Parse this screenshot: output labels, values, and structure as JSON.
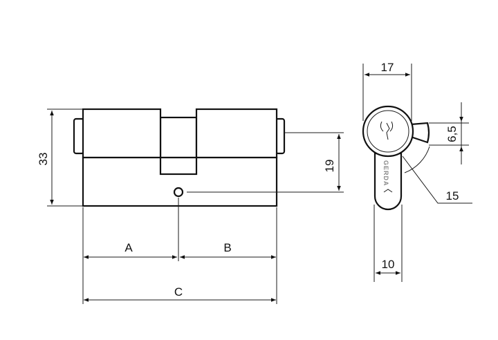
{
  "title": "Lock cylinder dimension drawing",
  "side_view": {
    "dimensions": {
      "height": "33",
      "cam_offset": "19",
      "left_length": "A",
      "right_length": "B",
      "total_length": "C"
    }
  },
  "end_view": {
    "dimensions": {
      "width": "17",
      "tail_width": "10",
      "cam_width": "6,5",
      "radius": "15"
    },
    "logo": "GERDA"
  },
  "colors": {
    "line": "#111111",
    "background": "#ffffff"
  }
}
